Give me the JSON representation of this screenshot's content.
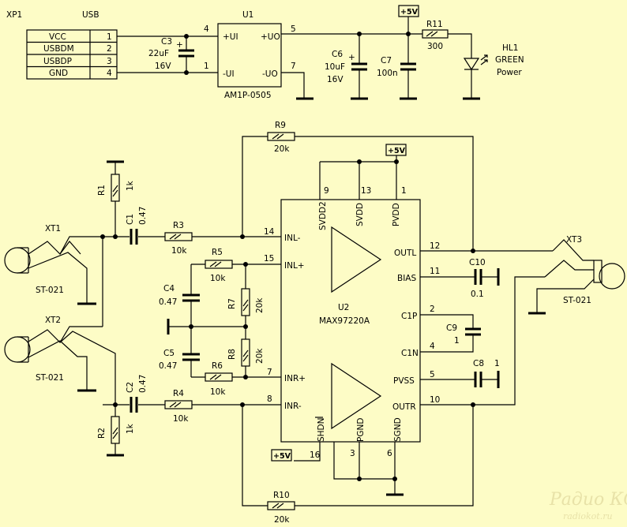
{
  "xp1": {
    "ref": "XP1",
    "type": "USB",
    "pins": [
      {
        "name": "VCC",
        "num": "1"
      },
      {
        "name": "USBDM",
        "num": "2"
      },
      {
        "name": "USBDP",
        "num": "3"
      },
      {
        "name": "GND",
        "num": "4"
      }
    ]
  },
  "c3": {
    "ref": "C3",
    "val": "22uF",
    "volt": "16V",
    "pol": "+"
  },
  "u1": {
    "ref": "U1",
    "part": "AM1P-0505",
    "p4": "4",
    "p1": "1",
    "p5": "5",
    "p7": "7",
    "ui_p": "+UI",
    "ui_n": "-UI",
    "uo_p": "+UO",
    "uo_n": "-UO"
  },
  "c6": {
    "ref": "C6",
    "val": "10uF",
    "volt": "16V",
    "pol": "+"
  },
  "c7": {
    "ref": "C7",
    "val": "100n"
  },
  "plus5": "+5V",
  "r11": {
    "ref": "R11",
    "val": "300"
  },
  "hl1": {
    "ref": "HL1",
    "color": "GREEN",
    "label": "Power"
  },
  "r9": {
    "ref": "R9",
    "val": "20k"
  },
  "r10": {
    "ref": "R10",
    "val": "20k"
  },
  "r1": {
    "ref": "R1",
    "val": "1k"
  },
  "r2": {
    "ref": "R2",
    "val": "1k"
  },
  "c1": {
    "ref": "C1",
    "val": "0.47"
  },
  "c2": {
    "ref": "C2",
    "val": "0.47"
  },
  "r3": {
    "ref": "R3",
    "val": "10k"
  },
  "r4": {
    "ref": "R4",
    "val": "10k"
  },
  "r5": {
    "ref": "R5",
    "val": "10k"
  },
  "r6": {
    "ref": "R6",
    "val": "10k"
  },
  "r7": {
    "ref": "R7",
    "val": "20k"
  },
  "r8": {
    "ref": "R8",
    "val": "20k"
  },
  "c4": {
    "ref": "C4",
    "val": "0.47"
  },
  "c5": {
    "ref": "C5",
    "val": "0.47"
  },
  "xt1": {
    "ref": "XT1",
    "part": "ST-021"
  },
  "xt2": {
    "ref": "XT2",
    "part": "ST-021"
  },
  "xt3": {
    "ref": "XT3",
    "part": "ST-021"
  },
  "c10": {
    "ref": "C10",
    "val": "0.1"
  },
  "c9": {
    "ref": "C9",
    "val": "1"
  },
  "c8": {
    "ref": "C8",
    "val": "1"
  },
  "u2": {
    "ref": "U2",
    "part": "MAX97220A",
    "pins": {
      "svdd2": "SVDD2",
      "svdd": "SVDD",
      "pvdd": "PVDD",
      "p9": "9",
      "p13": "13",
      "p1": "1",
      "inl_n": "INL-",
      "inl_p": "INL+",
      "inr_p": "INR+",
      "inr_n": "INR-",
      "p14": "14",
      "p15": "15",
      "p7": "7",
      "p8": "8",
      "outl": "OUTL",
      "bias": "BIAS",
      "c1p": "C1P",
      "c1n": "C1N",
      "pvss": "PVSS",
      "outr": "OUTR",
      "p12": "12",
      "p11": "11",
      "p2": "2",
      "p4": "4",
      "p5": "5",
      "p10": "10",
      "shdn": "SHDN",
      "pgnd": "PGND",
      "sgnd": "SGND",
      "p16": "16",
      "p3": "3",
      "p6": "6"
    }
  },
  "watermark": {
    "title": "Радио КОТ",
    "url": "radiokot.ru"
  }
}
